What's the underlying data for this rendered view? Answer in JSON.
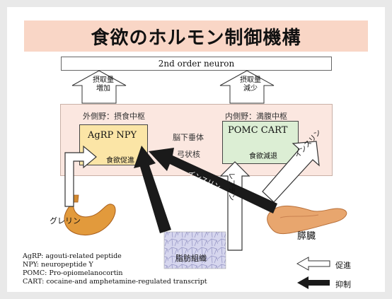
{
  "title": "食欲のホルモン制御機構",
  "neuron_box": "2nd order neuron",
  "arrow_up_left": [
    "摂取量",
    "増加"
  ],
  "arrow_up_right": [
    "摂取量",
    "減少"
  ],
  "lateral": "外側野：摂食中枢",
  "medial": "内側野：満腹中枢",
  "agrp_npy": "AgRP   NPY",
  "agrp_sub": "食欲促進",
  "pomc_cart": "POMC   CART",
  "pomc_sub": "食欲減退",
  "center_label_1": "脳下垂体",
  "center_label_2": "弓状核",
  "ghrelin": "グレリン",
  "leptin": "レプチン",
  "insulin": "インスリン",
  "pancreas": "膵臓",
  "adipose": "脂肪組織",
  "definitions": [
    "AgRP:  agouti-related peptide",
    "NPY:  neuropeptide Y",
    "POMC:  Pro-opiomelanocortin",
    "CART:  cocaine-and amphetamine-regulated transcript"
  ],
  "legend": {
    "promote": "促進",
    "inhibit": "抑制"
  },
  "colors": {
    "title_band": "#f9d6c6",
    "hypothalamus": "#fbe7e0",
    "agrp_box": "#fbe5a6",
    "pomc_box": "#dceed4",
    "inhibit_arrow": "#1a1a1a",
    "stomach": "#e29a3c",
    "pancreas": "#e8a66e",
    "adipose": "#c9c9e8"
  }
}
